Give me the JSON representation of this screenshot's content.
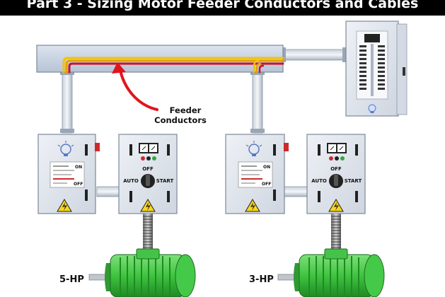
{
  "title": "Part 3 - Sizing Motor Feeder Conductors and Cables",
  "callout": {
    "line1": "Feeder",
    "line2": "Conductors"
  },
  "motors": [
    {
      "label": "5-HP"
    },
    {
      "label": "3-HP"
    }
  ],
  "starter": {
    "off": "OFF",
    "auto": "AUTO",
    "start": "START"
  },
  "disconnect": {
    "on": "ON",
    "off": "OFF"
  },
  "colors": {
    "conductor_yellow": "#f2c200",
    "conductor_orange": "#e8a000",
    "conductor_red": "#c8102e",
    "arrow": "#e0151b",
    "motor_green": "#3fc43f",
    "enclosure": "#dfe4ec",
    "trough": "#c9d4e3"
  }
}
